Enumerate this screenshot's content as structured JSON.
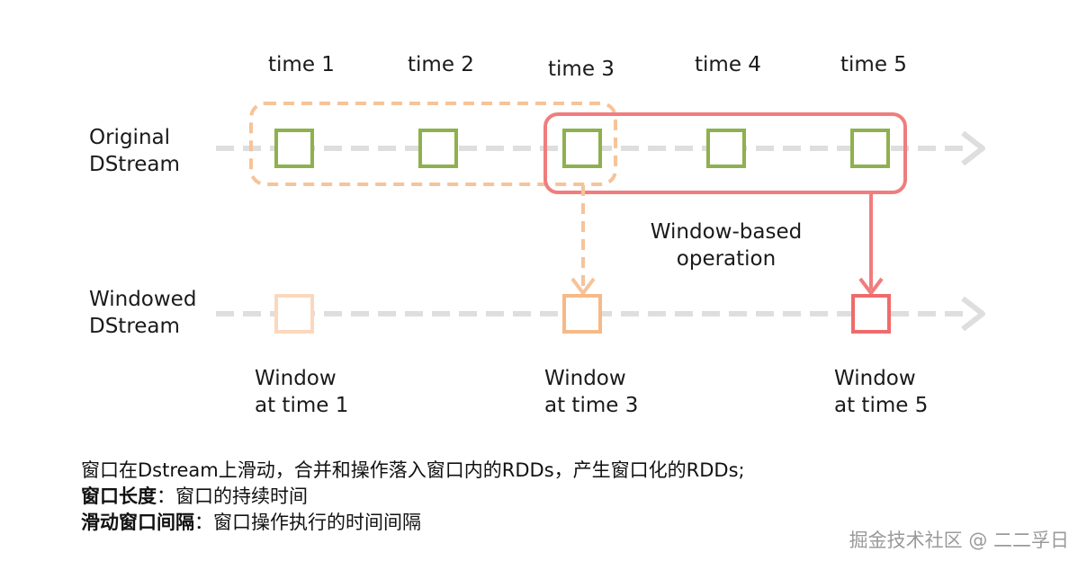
{
  "time_labels": [
    "time 1",
    "time 2",
    "time 3",
    "time 4",
    "time 5"
  ],
  "rows": {
    "original": [
      "Original",
      "DStream"
    ],
    "windowed": [
      "Windowed",
      "DStream"
    ]
  },
  "operation_label": [
    "Window-based",
    "operation"
  ],
  "window_labels": [
    [
      "Window",
      "at time 1"
    ],
    [
      "Window",
      "at time 3"
    ],
    [
      "Window",
      "at time 5"
    ]
  ],
  "description": {
    "line1": "窗口在Dstream上滑动，合并和操作落入窗口内的RDDs，产生窗口化的RDDs;",
    "line2_term": "窗口长度",
    "line2_sep": "：",
    "line2_text": "窗口的持续时间",
    "line3_term": "滑动窗口间隔",
    "line3_sep": "：",
    "line3_text": "窗口操作执行的时间间隔"
  },
  "watermark": "掘金技术社区 @ 二二孚日",
  "colors": {
    "stream_line": "#dedede",
    "rdd_green": "#8fb04e",
    "window_orange": "#f5c49a",
    "window_red": "#f07d7d",
    "windowed_faint": "#fbd8bd",
    "windowed_orange": "#f6b987",
    "windowed_red": "#ef6b6b"
  }
}
